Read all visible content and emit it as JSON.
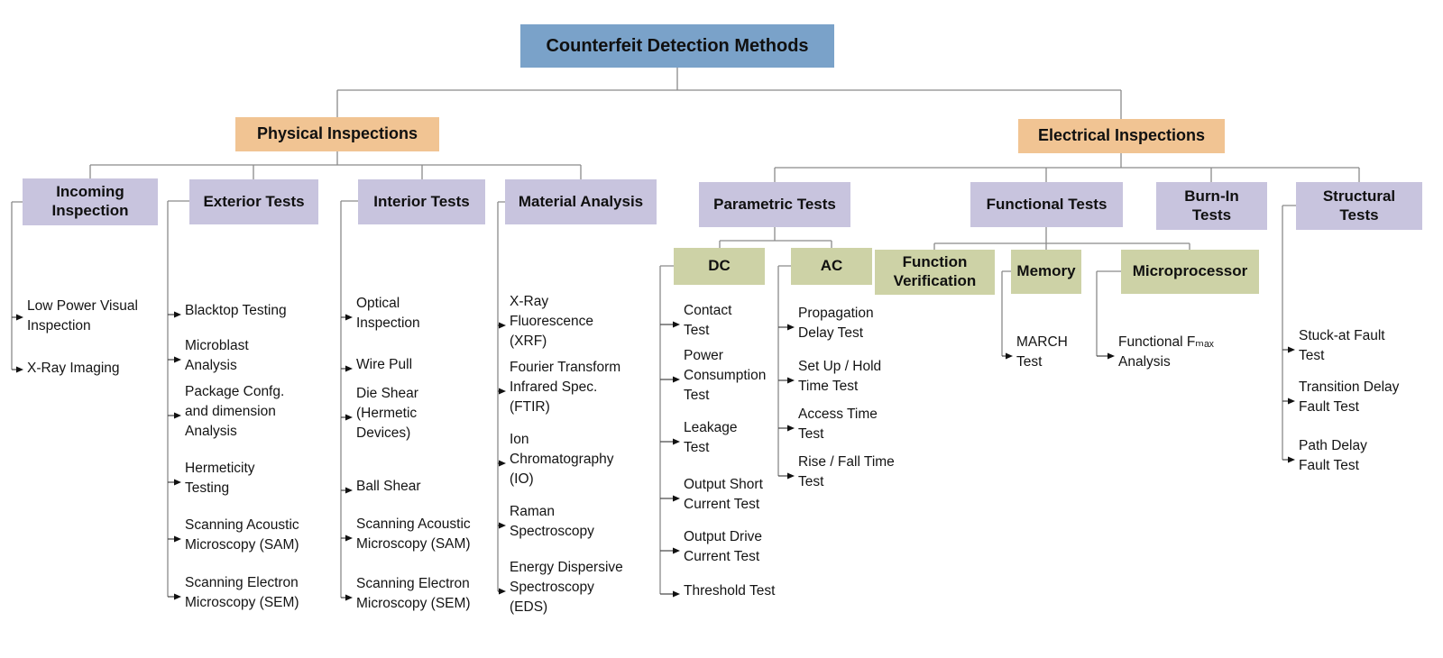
{
  "title": "Counterfeit Detection Methods",
  "colors": {
    "root_box": "#7AA2C9",
    "branch_box": "#F1C493",
    "category_box": "#C8C4DE",
    "subcategory_box": "#CDD2A6",
    "connector_line": "#8a8a8a",
    "arrow": "#111111",
    "text": "#101010"
  },
  "tree": {
    "root": {
      "label": "Counterfeit Detection Methods"
    },
    "branches": [
      {
        "label": "Physical Inspections",
        "categories": [
          {
            "label": "Incoming\nInspection",
            "leaves": [
              "Low Power Visual\nInspection",
              "X-Ray Imaging"
            ]
          },
          {
            "label": "Exterior Tests",
            "leaves": [
              "Blacktop Testing",
              "Microblast\nAnalysis",
              "Package Confg.\nand dimension\nAnalysis",
              "Hermeticity\nTesting",
              "Scanning Acoustic\nMicroscopy (SAM)",
              "Scanning Electron\nMicroscopy (SEM)"
            ]
          },
          {
            "label": "Interior Tests",
            "leaves": [
              "Optical\nInspection",
              "Wire Pull",
              "Die Shear\n(Hermetic\nDevices)",
              "Ball Shear",
              "Scanning Acoustic\nMicroscopy (SAM)",
              "Scanning Electron\nMicroscopy (SEM)"
            ]
          },
          {
            "label": "Material Analysis",
            "leaves": [
              "X-Ray\nFluorescence\n(XRF)",
              "Fourier Transform\nInfrared Spec.\n(FTIR)",
              "Ion\nChromatography\n(IO)",
              "Raman\nSpectroscopy",
              "Energy Dispersive\nSpectroscopy\n(EDS)"
            ]
          }
        ]
      },
      {
        "label": "Electrical Inspections",
        "categories": [
          {
            "label": "Parametric Tests",
            "subcategories": [
              {
                "label": "DC",
                "leaves": [
                  "Contact\nTest",
                  "Power\nConsumption\nTest",
                  "Leakage\nTest",
                  "Output Short\nCurrent Test",
                  "Output Drive\nCurrent Test",
                  "Threshold Test"
                ]
              },
              {
                "label": "AC",
                "leaves": [
                  "Propagation\nDelay Test",
                  "Set Up / Hold\nTime Test",
                  "Access Time\nTest",
                  "Rise / Fall Time\nTest"
                ]
              }
            ]
          },
          {
            "label": "Functional Tests",
            "subcategories": [
              {
                "label": "Function\nVerification",
                "leaves": []
              },
              {
                "label": "Memory",
                "leaves": [
                  "MARCH\nTest"
                ]
              },
              {
                "label": "Microprocessor",
                "leaves": [
                  "Functional Fₘₐₓ\nAnalysis"
                ]
              }
            ]
          },
          {
            "label": "Burn-In\nTests",
            "leaves": []
          },
          {
            "label": "Structural\nTests",
            "leaves": [
              "Stuck-at Fault\nTest",
              "Transition Delay\nFault Test",
              "Path Delay\nFault Test"
            ]
          }
        ]
      }
    ]
  }
}
